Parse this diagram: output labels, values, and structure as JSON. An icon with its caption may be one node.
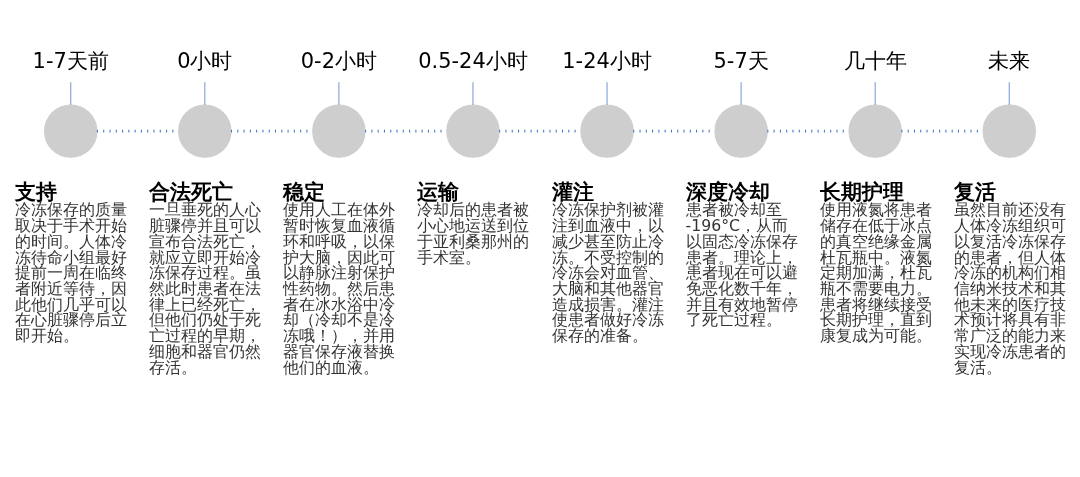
{
  "diagram": {
    "nodes": [
      {
        "text": [
          "1-7天前"
        ]
      },
      {
        "text": [
          "0小时"
        ]
      },
      {
        "text": [
          "0-2小时"
        ]
      },
      {
        "text": [
          "0.5-24小时"
        ]
      },
      {
        "text": [
          "1-24小时"
        ]
      },
      {
        "text": [
          "5-7天"
        ]
      },
      {
        "text": [
          "几十年"
        ]
      },
      {
        "text": [
          "未来"
        ]
      },
      {
        "text": [],
        "shape": "circle",
        "beside": [
          "支持",
          "冷冻保存的质量取决于手术开始的时间。人体冷冻待命小组最好提前一周在临终者附近等待，因此他们几乎可以在心脏骤停后立即开始。"
        ]
      },
      {
        "text": [],
        "shape": "circle",
        "beside": [
          "合法死亡",
          "一旦垂死的人心脏骤停并且可以宣布合法死亡，就应立即开始冷冻保存过程。虽然此时患者在法律上已经死亡，但他们仍处于死亡过程的早期，细胞和器官仍然存活。"
        ]
      },
      {
        "text": [],
        "shape": "circle",
        "beside": [
          "稳定",
          "使用人工在体外暂时恢复血液循环和呼吸，以保护大脑，因此可以静脉注射保护性药物。然后患者在冰水浴中冷却（冷却不是冷冻哦！），并用器官保存液替换他们的血液。"
        ]
      },
      {
        "text": [],
        "shape": "circle",
        "beside": [
          "运输",
          "冷却后的患者被小心地运送到位于亚利桑那州的手术室。"
        ]
      },
      {
        "text": [],
        "shape": "circle",
        "beside": [
          "灌注",
          "冷冻保护剂被灌注到血液中，以减少甚至防止冷冻。不受控制的冷冻会对血管、大脑和其他器官造成损害。灌注使患者做好冷冻保存的准备。"
        ]
      },
      {
        "text": [],
        "shape": "circle",
        "beside": [
          "深度冷却",
          "患者被冷却至 -196°C，从而以固态冷冻保存患者。理论上，患者现在可以避免恶化数千年，并且有效地暂停了死亡过程。"
        ]
      },
      {
        "text": [],
        "shape": "circle",
        "beside": [
          "长期护理",
          "使用液氮将患者储存在低于冰点的真空绝缘金属杜瓦瓶中。液氮定期加满，杜瓦瓶不需要电力。患者将继续接受长期护理，直到康复成为可能。"
        ]
      },
      {
        "text": [],
        "shape": "circle",
        "beside": [
          "复活",
          "虽然目前还没有人体冷冻组织可以复活冷冻保存的患者，但人体冷冻的机构们相信纳米技术和其他未来的医疗技术预计将具有非常广泛的能力来实现冷冻患者的复活。"
        ]
      }
    ],
    "edges": [
      {
        "from": 0,
        "to": 8,
        "arrow": "none"
      },
      {
        "from": 1,
        "to": 9,
        "arrow": "none"
      },
      {
        "from": 2,
        "to": 10,
        "arrow": "none"
      },
      {
        "from": 3,
        "to": 11,
        "arrow": "none"
      },
      {
        "from": 4,
        "to": 12,
        "arrow": "none"
      },
      {
        "from": 5,
        "to": 13,
        "arrow": "none"
      },
      {
        "from": 6,
        "to": 14,
        "arrow": "none"
      },
      {
        "from": 7,
        "to": 15,
        "arrow": "none"
      },
      {
        "from": 8,
        "to": 9,
        "arrow": "none",
        "style": "dashed",
        "color": "#3f74c0"
      },
      {
        "from": 9,
        "to": 10,
        "arrow": "none",
        "style": "dashed",
        "color": "#3f74c0"
      },
      {
        "from": 10,
        "to": 11,
        "arrow": "none",
        "style": "dashed",
        "color": "#3f74c0"
      },
      {
        "from": 11,
        "to": 12,
        "arrow": "none",
        "style": "dashed",
        "color": "#3f74c0"
      },
      {
        "from": 12,
        "to": 13,
        "arrow": "none",
        "style": "dashed",
        "color": "#3f74c0"
      },
      {
        "from": 13,
        "to": 14,
        "arrow": "none",
        "style": "dashed",
        "color": "#3f74c0"
      },
      {
        "from": 14,
        "to": 15,
        "arrow": "none",
        "style": "dashed",
        "color": "#3f74c0"
      }
    ]
  }
}
